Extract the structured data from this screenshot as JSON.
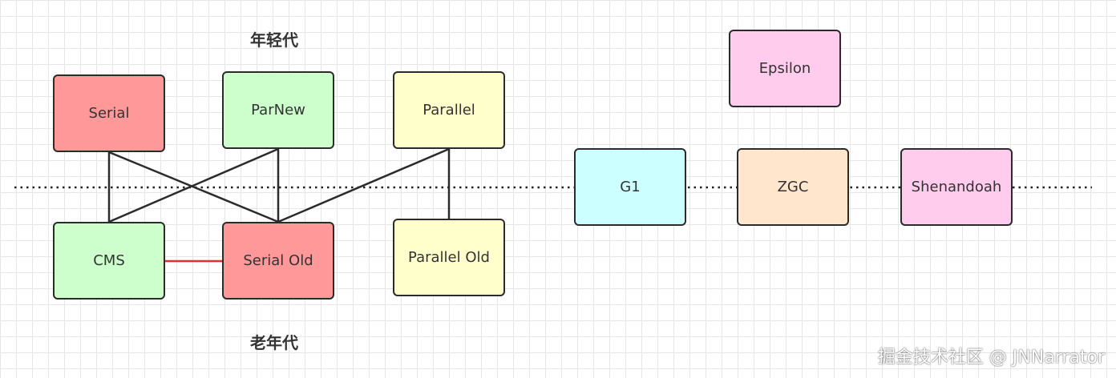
{
  "headings": {
    "young": "年轻代",
    "old": "老年代"
  },
  "collectors": {
    "serial": {
      "label": "Serial",
      "color": "#ff9999"
    },
    "parnew": {
      "label": "ParNew",
      "color": "#ccffcc"
    },
    "parallel": {
      "label": "Parallel",
      "color": "#ffffcc"
    },
    "cms": {
      "label": "CMS",
      "color": "#ccffcc"
    },
    "serial_old": {
      "label": "Serial Old",
      "color": "#ff9999"
    },
    "parallel_old": {
      "label": "Parallel Old",
      "color": "#ffffcc"
    },
    "g1": {
      "label": "G1",
      "color": "#ccffff"
    },
    "zgc": {
      "label": "ZGC",
      "color": "#ffe6cc"
    },
    "shenandoah": {
      "label": "Shenandoah",
      "color": "#ffccee"
    },
    "epsilon": {
      "label": "Epsilon",
      "color": "#ffccee"
    }
  },
  "connections": [
    {
      "from": "serial",
      "to": "cms"
    },
    {
      "from": "serial",
      "to": "serial_old"
    },
    {
      "from": "parnew",
      "to": "cms"
    },
    {
      "from": "parnew",
      "to": "serial_old"
    },
    {
      "from": "parallel",
      "to": "serial_old"
    },
    {
      "from": "parallel",
      "to": "parallel_old"
    },
    {
      "from": "cms",
      "to": "serial_old",
      "color": "#e03030"
    }
  ],
  "watermark": "掘金技术社区 @ JNNarrator"
}
